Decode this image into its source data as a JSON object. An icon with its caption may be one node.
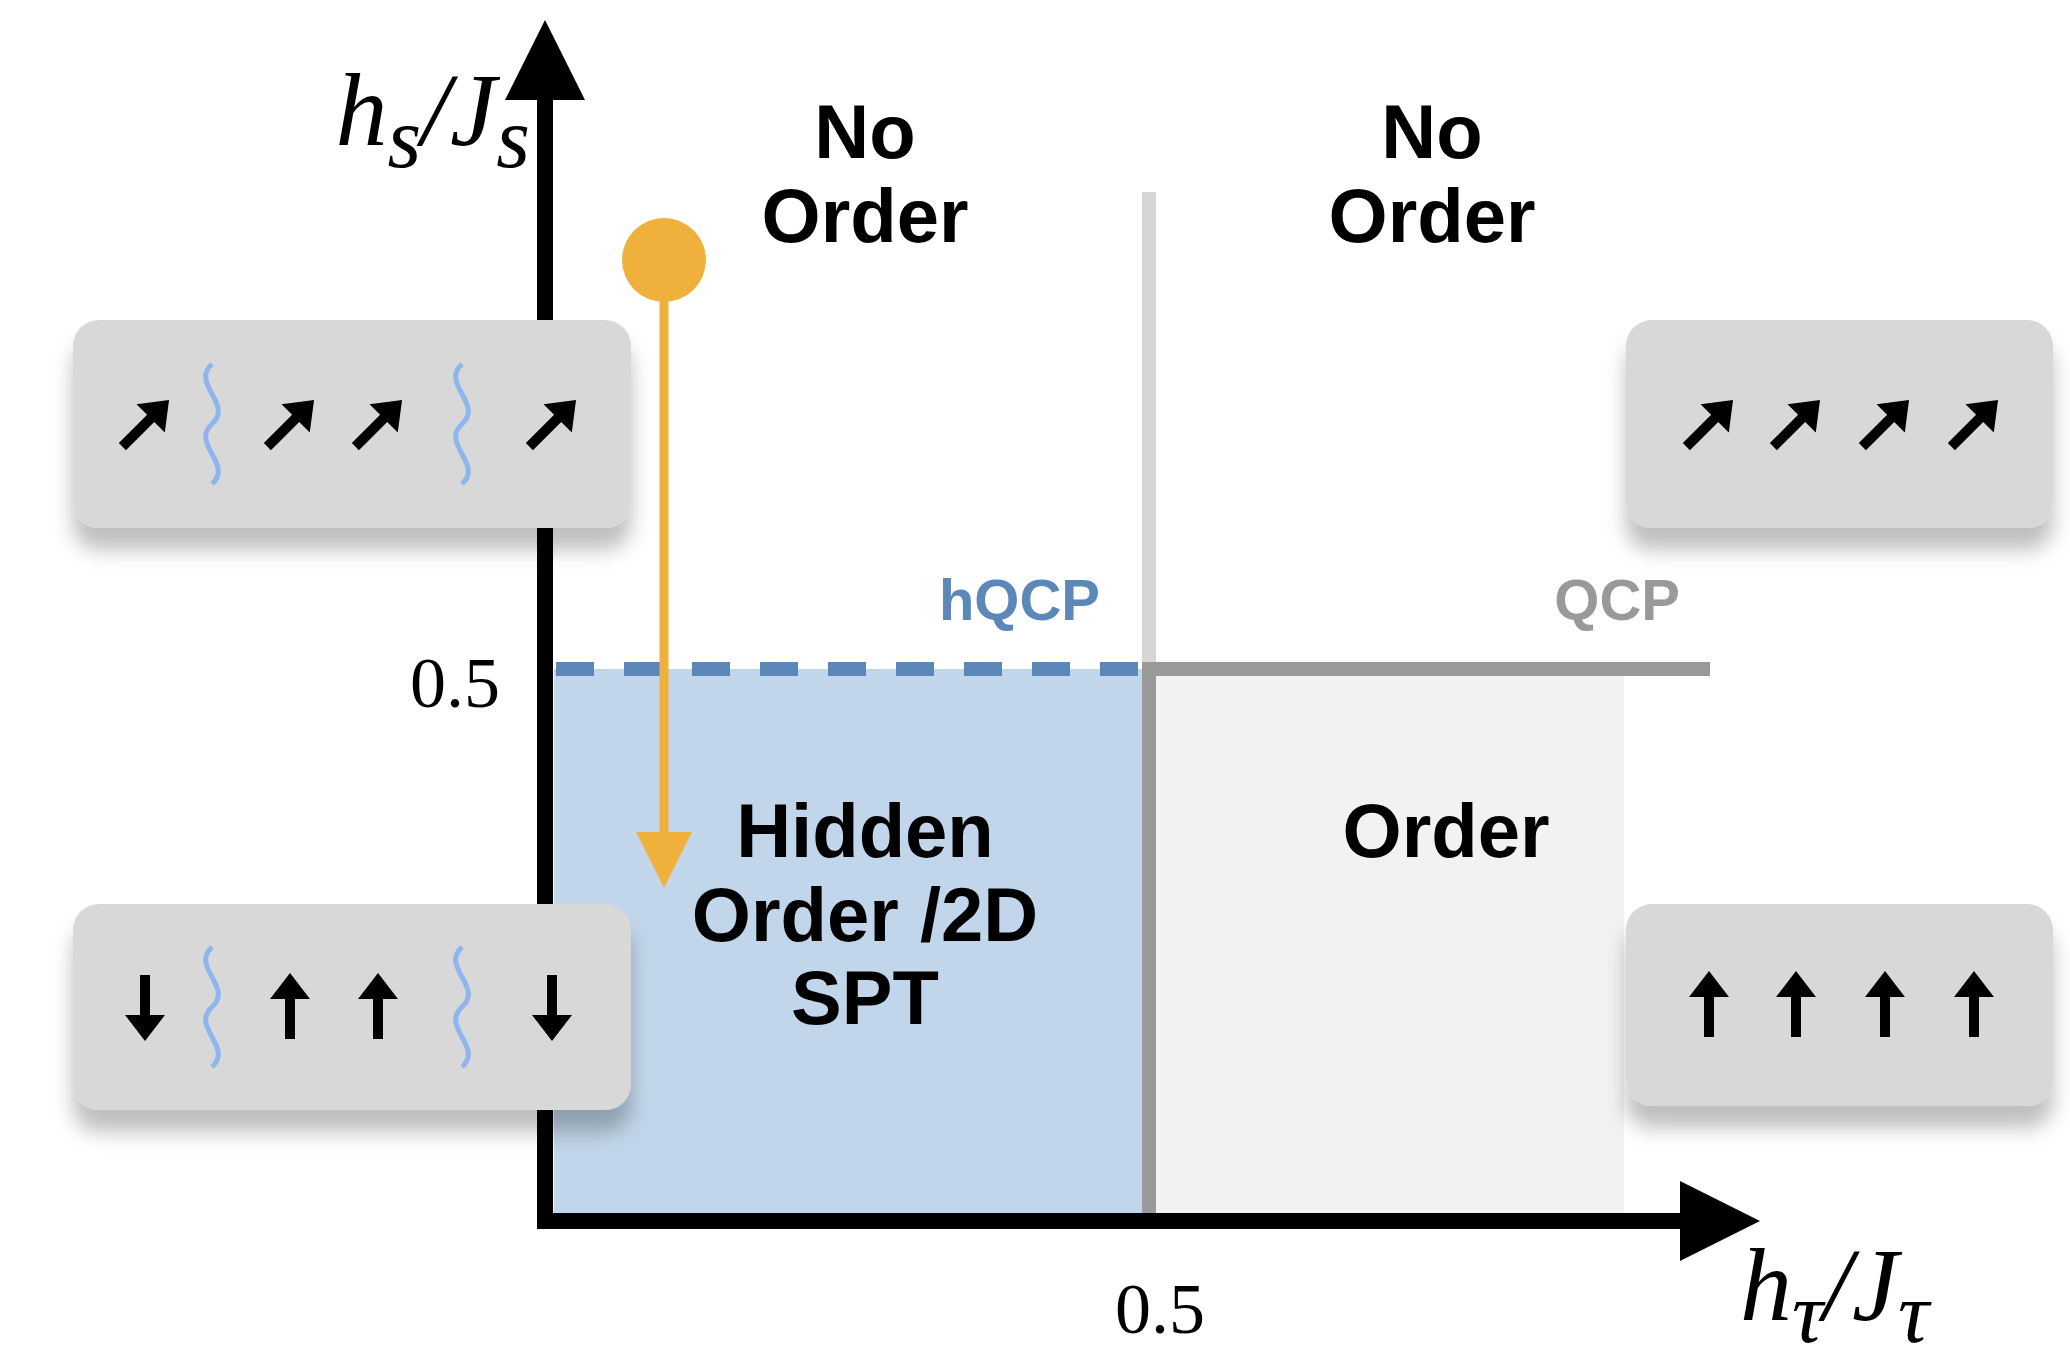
{
  "diagram": {
    "nodes": [
      {
        "text": [
          "Hidden Order /2D SPT"
        ]
      },
      {
        "text": [
          "Order"
        ]
      }
    ],
    "labels": [
      "h$_{s}$/J$_{s}$",
      "No Order",
      "No Order",
      "hQCP",
      "QCP",
      "0.5",
      "h$_{τ}$/J$_{τ}$",
      "0.5"
    ]
  }
}
